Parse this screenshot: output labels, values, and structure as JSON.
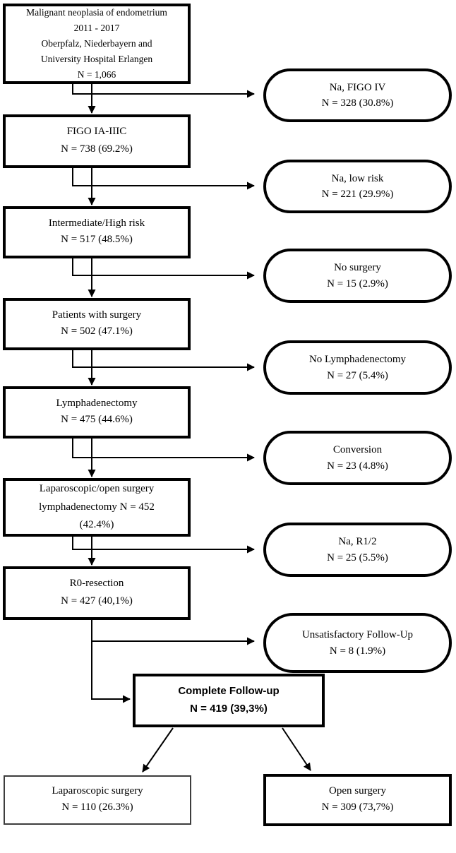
{
  "flowchart": {
    "title_box": {
      "lines": [
        "Malignant neoplasia of endometrium",
        "2011 - 2017",
        "Oberpfalz, Niederbayern and",
        "University Hospital Erlangen",
        "N = 1,066"
      ]
    },
    "main_boxes": [
      {
        "label": "FIGO IA-IIIC",
        "value": "N = 738 (69.2%)"
      },
      {
        "label": "Intermediate/High risk",
        "value": "N = 517 (48.5%)"
      },
      {
        "label": "Patients with surgery",
        "value": "N = 502 (47.1%)"
      },
      {
        "label": "Lymphadenectomy",
        "value": "N = 475 (44.6%)"
      }
    ],
    "surgery_box": {
      "lines": [
        "Laparoscopic/open surgery",
        "lymphadenectomy N = 452",
        "(42.4%)"
      ]
    },
    "r0_box": {
      "label": "R0-resection",
      "value": "N = 427 (40,1%)"
    },
    "followup_box": {
      "label": "Complete Follow-up",
      "value": "N = 419 (39,3%)"
    },
    "exclusion_boxes": [
      {
        "label": "Na, FIGO IV",
        "value": "N = 328 (30.8%)"
      },
      {
        "label": "Na, low risk",
        "value": "N = 221 (29.9%)"
      },
      {
        "label": "No surgery",
        "value": "N = 15 (2.9%)"
      },
      {
        "label": "No Lymphadenectomy",
        "value": "N = 27 (5.4%)"
      },
      {
        "label": "Conversion",
        "value": "N = 23 (4.8%)"
      },
      {
        "label": "Na, R1/2",
        "value": "N = 25 (5.5%)"
      },
      {
        "label": "Unsatisfactory Follow-Up",
        "value": "N = 8 (1.9%)"
      }
    ],
    "outcome_boxes": [
      {
        "label": "Laparoscopic surgery",
        "value": "N = 110 (26.3%)"
      },
      {
        "label": "Open surgery",
        "value": "N = 309 (73,7%)"
      }
    ],
    "colors": {
      "line": "#000000",
      "box_border": "#000000",
      "background": "#ffffff",
      "text": "#000000"
    }
  }
}
